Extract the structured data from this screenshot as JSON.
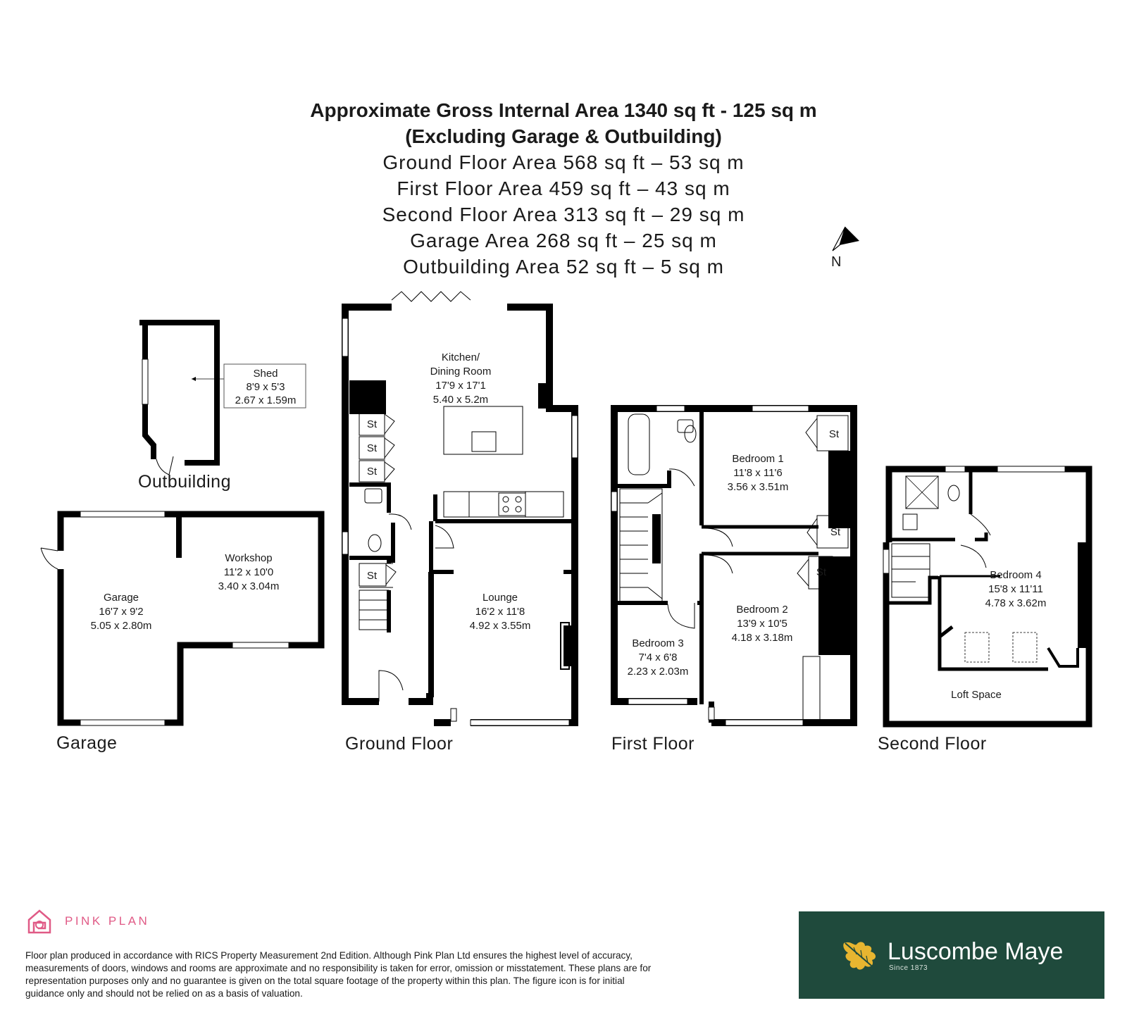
{
  "header": {
    "title_line1": "Approximate Gross Internal Area 1340 sq ft - 125 sq m",
    "title_line2": "(Excluding Garage & Outbuilding)",
    "areas": [
      "Ground Floor Area 568 sq ft – 53 sq m",
      "First Floor Area 459 sq ft – 43 sq m",
      "Second Floor Area 313 sq ft – 29 sq m",
      "Garage Area 268 sq ft – 25 sq m",
      "Outbuilding Area 52 sq ft – 5 sq m"
    ]
  },
  "compass": {
    "label": "N"
  },
  "outbuilding": {
    "floor_label": "Outbuilding",
    "shed": {
      "name": "Shed",
      "imperial": "8'9 x 5'3",
      "metric": "2.67 x 1.59m"
    }
  },
  "garage_plan": {
    "floor_label": "Garage",
    "garage": {
      "name": "Garage",
      "imperial": "16'7 x 9'2",
      "metric": "5.05 x 2.80m"
    },
    "workshop": {
      "name": "Workshop",
      "imperial": "11'2 x 10'0",
      "metric": "3.40 x 3.04m"
    }
  },
  "ground_floor": {
    "floor_label": "Ground Floor",
    "kitchen": {
      "name1": "Kitchen/",
      "name2": "Dining Room",
      "imperial": "17'9 x 17'1",
      "metric": "5.40 x 5.2m"
    },
    "lounge": {
      "name": "Lounge",
      "imperial": "16'2 x 11'8",
      "metric": "4.92 x 3.55m"
    },
    "storage_label": "St"
  },
  "first_floor": {
    "floor_label": "First Floor",
    "bedroom1": {
      "name": "Bedroom 1",
      "imperial": "11'8 x 11'6",
      "metric": "3.56 x 3.51m"
    },
    "bedroom2": {
      "name": "Bedroom 2",
      "imperial": "13'9 x 10'5",
      "metric": "4.18 x 3.18m"
    },
    "bedroom3": {
      "name": "Bedroom 3",
      "imperial": "7'4 x 6'8",
      "metric": "2.23 x 2.03m"
    },
    "storage_label": "St"
  },
  "second_floor": {
    "floor_label": "Second Floor",
    "bedroom4": {
      "name": "Bedroom 4",
      "imperial": "15'8 x 11'11",
      "metric": "4.78 x 3.62m"
    },
    "loft": {
      "name": "Loft Space"
    }
  },
  "footer": {
    "pinkplan_name": "PINK PLAN",
    "disclaimer": "Floor plan produced in accordance with RICS Property Measurement 2nd Edition. Although Pink Plan Ltd ensures the highest level of accuracy, measurements of doors, windows and rooms are approximate and no responsibility is taken for error, omission or misstatement. These plans are for representation purposes only and no guarantee is given on the total square footage of the property within this plan. The figure icon is for initial guidance only and should not be relied on as a basis of valuation.",
    "agent_name": "Luscombe Maye",
    "agent_since": "Since 1873"
  },
  "colors": {
    "wall": "#000000",
    "pinkplan": "#e05a86",
    "agent_bg": "#1f4a3c",
    "leaf": "#e7b530"
  }
}
